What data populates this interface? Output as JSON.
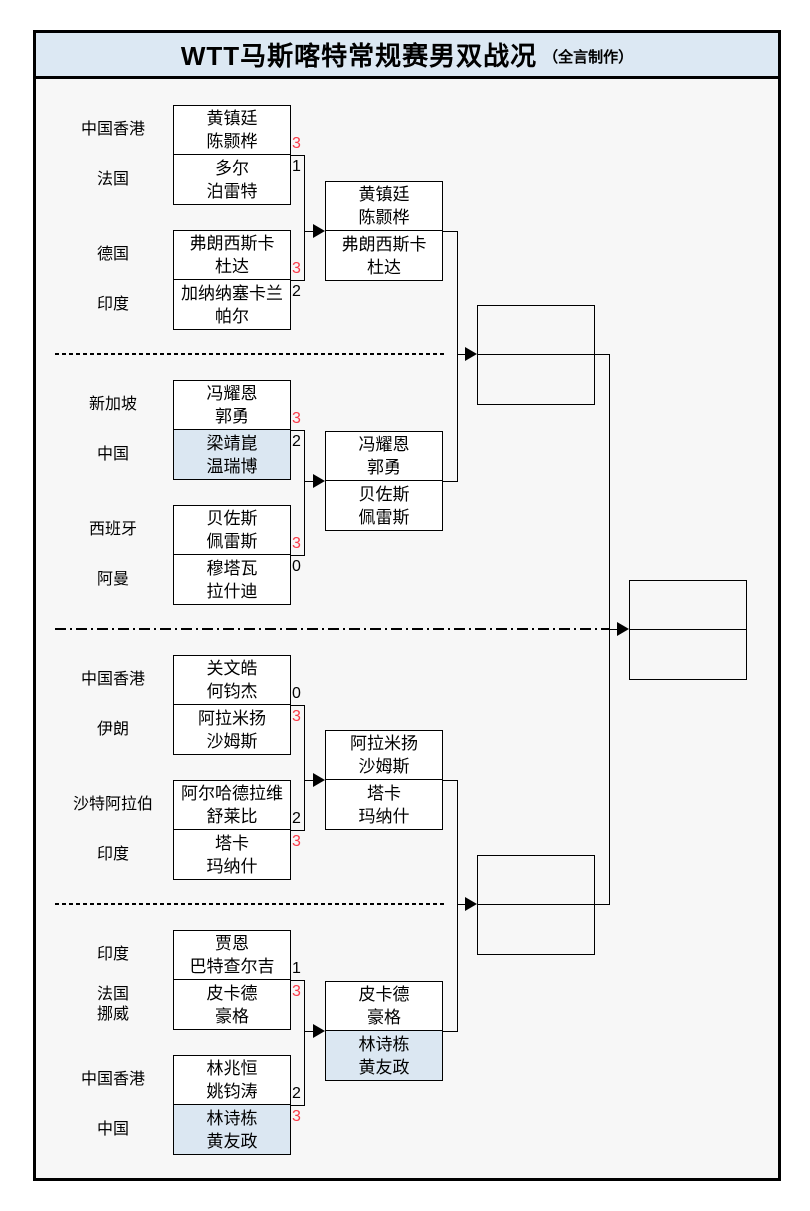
{
  "title": {
    "main": "WTT马斯喀特常规赛男双战况",
    "credit": "（全言制作）"
  },
  "colors": {
    "header_bg": "#dce8f3",
    "highlight_bg": "#dbe7f2",
    "winner_score": "#fa3b49",
    "box_bg": "#ffffff",
    "canvas_bg": "#f7f7f7",
    "line": "#000000"
  },
  "sections": [
    {
      "matches": [
        {
          "c1": "中国香港",
          "t1": "黄镇廷\n陈颢桦",
          "s1": "3",
          "c2": "法国",
          "t2": "多尔\n泊雷特",
          "s2": "1",
          "winner": 1
        },
        {
          "c1": "德国",
          "t1": "弗朗西斯卡\n杜达",
          "s1": "3",
          "c2": "印度",
          "t2": "加纳纳塞卡兰\n帕尔",
          "s2": "2",
          "winner": 1
        }
      ],
      "r2": {
        "t1": "黄镇廷\n陈颢桦",
        "t2": "弗朗西斯卡\n杜达"
      }
    },
    {
      "matches": [
        {
          "c1": "新加坡",
          "t1": "冯耀恩\n郭勇",
          "s1": "3",
          "c2": "中国",
          "t2": "梁靖崑\n温瑞博",
          "s2": "2",
          "winner": 1,
          "hl2": true
        },
        {
          "c1": "西班牙",
          "t1": "贝佐斯\n佩雷斯",
          "s1": "3",
          "c2": "阿曼",
          "t2": "穆塔瓦\n拉什迪",
          "s2": "0",
          "winner": 1
        }
      ],
      "r2": {
        "t1": "冯耀恩\n郭勇",
        "t2": "贝佐斯\n佩雷斯"
      }
    },
    {
      "matches": [
        {
          "c1": "中国香港",
          "t1": "关文皓\n何钧杰",
          "s1": "0",
          "c2": "伊朗",
          "t2": "阿拉米扬\n沙姆斯",
          "s2": "3",
          "winner": 2
        },
        {
          "c1": "沙特阿拉伯",
          "t1": "阿尔哈德拉维\n舒莱比",
          "s1": "2",
          "c2": "印度",
          "t2": "塔卡\n玛纳什",
          "s2": "3",
          "winner": 2
        }
      ],
      "r2": {
        "t1": "阿拉米扬\n沙姆斯",
        "t2": "塔卡\n玛纳什"
      }
    },
    {
      "matches": [
        {
          "c1": "印度",
          "t1": "贾恩\n巴特查尔吉",
          "s1": "1",
          "c2": "法国\n挪威",
          "t2": "皮卡德\n豪格",
          "s2": "3",
          "winner": 2
        },
        {
          "c1": "中国香港",
          "t1": "林兆恒\n姚钧涛",
          "s1": "2",
          "c2": "中国",
          "t2": "林诗栋\n黄友政",
          "s2": "3",
          "winner": 2,
          "hl2": true
        }
      ],
      "r2": {
        "t1": "皮卡德\n豪格",
        "t2": "林诗栋\n黄友政",
        "hl2": true
      }
    }
  ],
  "semifinals": [
    {
      "t1": "",
      "t2": ""
    },
    {
      "t1": "",
      "t2": ""
    }
  ],
  "final": {
    "t1": "",
    "t2": ""
  }
}
